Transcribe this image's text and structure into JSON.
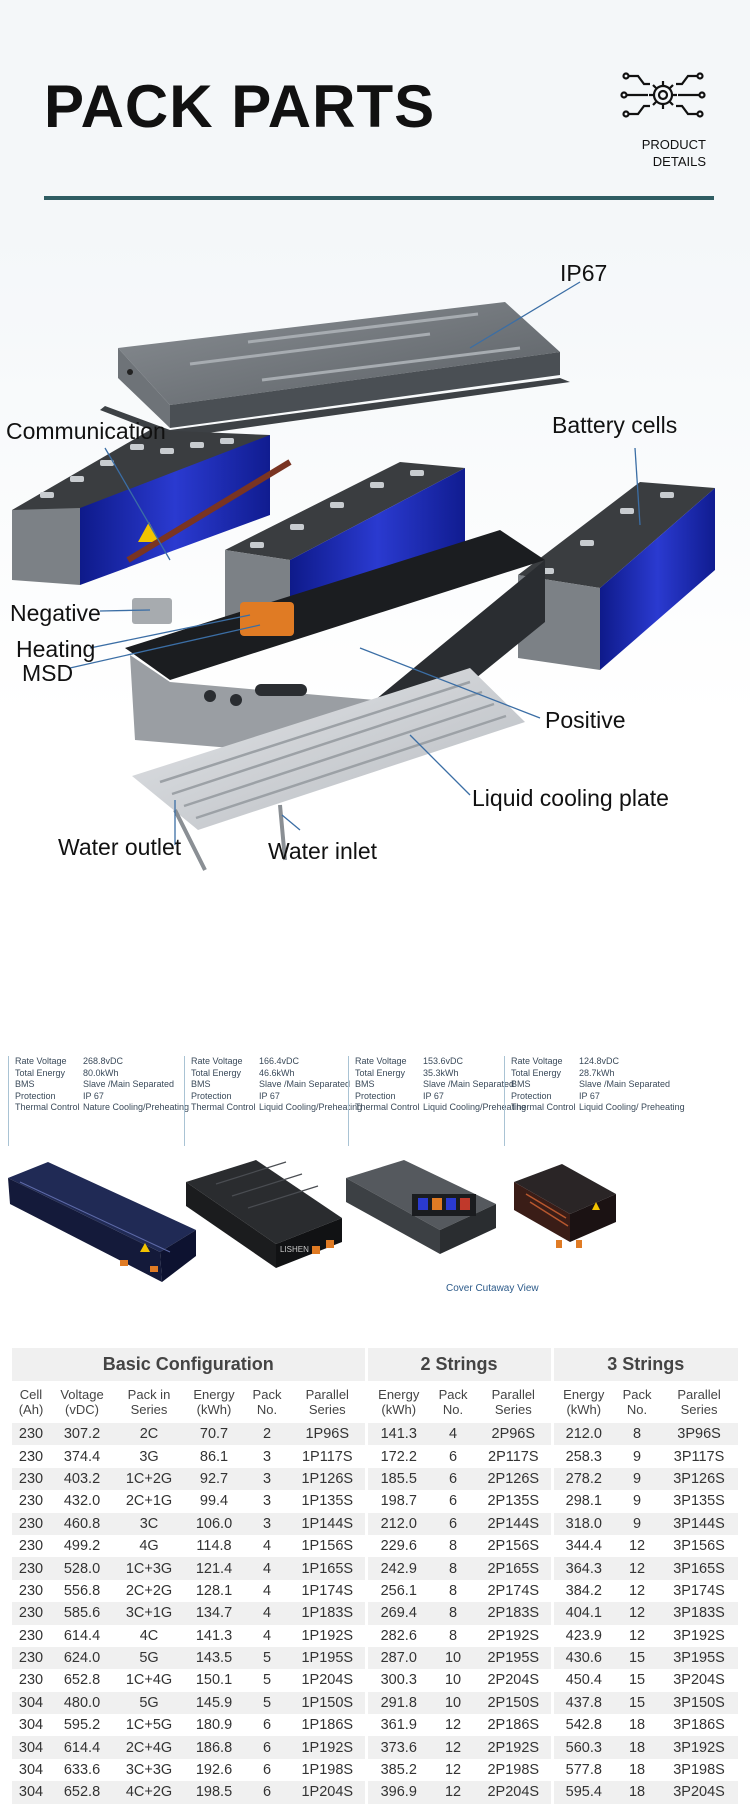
{
  "header": {
    "title": "PACK PARTS",
    "detail_label_line1": "PRODUCT",
    "detail_label_line2": "DETAILS",
    "rule_color": "#2f5d63"
  },
  "diagram": {
    "callouts": {
      "ip67": "IP67",
      "communication": "Communication",
      "battery_cells": "Battery cells",
      "negative": "Negative",
      "heating": "Heating",
      "msd": "MSD",
      "positive": "Positive",
      "liquid_cooling_plate": "Liquid cooling plate",
      "water_outlet": "Water outlet",
      "water_inlet": "Water inlet"
    },
    "cell_color": "#1f2fb0",
    "leader_color": "#3b6ea5"
  },
  "variants": [
    {
      "specs": [
        {
          "k": "Rate Voltage",
          "v": "268.8vDC"
        },
        {
          "k": "Total Energy",
          "v": "80.0kWh"
        },
        {
          "k": "BMS",
          "v": "Slave /Main Separated"
        },
        {
          "k": "Protection",
          "v": "IP 67"
        },
        {
          "k": "Thermal Control",
          "v": "Nature Cooling/Preheating"
        }
      ]
    },
    {
      "specs": [
        {
          "k": "Rate Voltage",
          "v": "166.4vDC"
        },
        {
          "k": "Total Energy",
          "v": "46.6kWh"
        },
        {
          "k": "BMS",
          "v": "Slave /Main Separated"
        },
        {
          "k": "Protection",
          "v": "IP 67"
        },
        {
          "k": "Thermal Control",
          "v": "Liquid Cooling/Preheating"
        }
      ],
      "brand": "LISHEN"
    },
    {
      "specs": [
        {
          "k": "Rate Voltage",
          "v": "153.6vDC"
        },
        {
          "k": "Total Energy",
          "v": "35.3kWh"
        },
        {
          "k": "BMS",
          "v": "Slave /Main Separated"
        },
        {
          "k": "Protection",
          "v": "IP 67"
        },
        {
          "k": "Thermal Control",
          "v": "Liquid Cooling/Preheating"
        }
      ],
      "caption": "Cover Cutaway View"
    },
    {
      "specs": [
        {
          "k": "Rate Voltage",
          "v": "124.8vDC"
        },
        {
          "k": "Total Energy",
          "v": "28.7kWh"
        },
        {
          "k": "BMS",
          "v": "Slave /Main Separated"
        },
        {
          "k": "Protection",
          "v": "IP 67"
        },
        {
          "k": "Thermal Control",
          "v": "Liquid Cooling/ Preheating"
        }
      ]
    }
  ],
  "table": {
    "groups": [
      "Basic Configuration",
      "2 Strings",
      "3 Strings"
    ],
    "columns": [
      [
        "Cell",
        "(Ah)"
      ],
      [
        "Voltage",
        "(vDC)"
      ],
      [
        "Pack in",
        "Series"
      ],
      [
        "Energy",
        "(kWh)"
      ],
      [
        "Pack",
        "No."
      ],
      [
        "Parallel",
        "Series"
      ],
      [
        "Energy",
        "(kWh)"
      ],
      [
        "Pack",
        "No."
      ],
      [
        "Parallel",
        "Series"
      ],
      [
        "Energy",
        "(kWh)"
      ],
      [
        "Pack",
        "No."
      ],
      [
        "Parallel",
        "Series"
      ]
    ],
    "rows": [
      [
        "230",
        "307.2",
        "2C",
        "70.7",
        "2",
        "1P96S",
        "141.3",
        "4",
        "2P96S",
        "212.0",
        "8",
        "3P96S"
      ],
      [
        "230",
        "374.4",
        "3G",
        "86.1",
        "3",
        "1P117S",
        "172.2",
        "6",
        "2P117S",
        "258.3",
        "9",
        "3P117S"
      ],
      [
        "230",
        "403.2",
        "1C+2G",
        "92.7",
        "3",
        "1P126S",
        "185.5",
        "6",
        "2P126S",
        "278.2",
        "9",
        "3P126S"
      ],
      [
        "230",
        "432.0",
        "2C+1G",
        "99.4",
        "3",
        "1P135S",
        "198.7",
        "6",
        "2P135S",
        "298.1",
        "9",
        "3P135S"
      ],
      [
        "230",
        "460.8",
        "3C",
        "106.0",
        "3",
        "1P144S",
        "212.0",
        "6",
        "2P144S",
        "318.0",
        "9",
        "3P144S"
      ],
      [
        "230",
        "499.2",
        "4G",
        "114.8",
        "4",
        "1P156S",
        "229.6",
        "8",
        "2P156S",
        "344.4",
        "12",
        "3P156S"
      ],
      [
        "230",
        "528.0",
        "1C+3G",
        "121.4",
        "4",
        "1P165S",
        "242.9",
        "8",
        "2P165S",
        "364.3",
        "12",
        "3P165S"
      ],
      [
        "230",
        "556.8",
        "2C+2G",
        "128.1",
        "4",
        "1P174S",
        "256.1",
        "8",
        "2P174S",
        "384.2",
        "12",
        "3P174S"
      ],
      [
        "230",
        "585.6",
        "3C+1G",
        "134.7",
        "4",
        "1P183S",
        "269.4",
        "8",
        "2P183S",
        "404.1",
        "12",
        "3P183S"
      ],
      [
        "230",
        "614.4",
        "4C",
        "141.3",
        "4",
        "1P192S",
        "282.6",
        "8",
        "2P192S",
        "423.9",
        "12",
        "3P192S"
      ],
      [
        "230",
        "624.0",
        "5G",
        "143.5",
        "5",
        "1P195S",
        "287.0",
        "10",
        "2P195S",
        "430.6",
        "15",
        "3P195S"
      ],
      [
        "230",
        "652.8",
        "1C+4G",
        "150.1",
        "5",
        "1P204S",
        "300.3",
        "10",
        "2P204S",
        "450.4",
        "15",
        "3P204S"
      ],
      [
        "304",
        "480.0",
        "5G",
        "145.9",
        "5",
        "1P150S",
        "291.8",
        "10",
        "2P150S",
        "437.8",
        "15",
        "3P150S"
      ],
      [
        "304",
        "595.2",
        "1C+5G",
        "180.9",
        "6",
        "1P186S",
        "361.9",
        "12",
        "2P186S",
        "542.8",
        "18",
        "3P186S"
      ],
      [
        "304",
        "614.4",
        "2C+4G",
        "186.8",
        "6",
        "1P192S",
        "373.6",
        "12",
        "2P192S",
        "560.3",
        "18",
        "3P192S"
      ],
      [
        "304",
        "633.6",
        "3C+3G",
        "192.6",
        "6",
        "1P198S",
        "385.2",
        "12",
        "2P198S",
        "577.8",
        "18",
        "3P198S"
      ],
      [
        "304",
        "652.8",
        "4C+2G",
        "198.5",
        "6",
        "1P204S",
        "396.9",
        "12",
        "2P204S",
        "595.4",
        "18",
        "3P204S"
      ]
    ]
  }
}
